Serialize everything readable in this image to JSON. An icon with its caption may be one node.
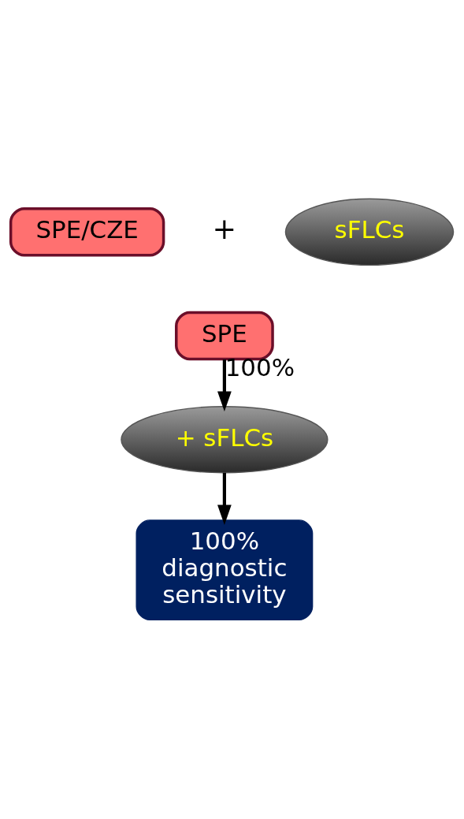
{
  "diagram": {
    "nodes": [
      {
        "text": [
          "SPE/CZE"
        ]
      },
      {
        "text": [
          "sFLCs"
        ]
      },
      {
        "text": [
          "SPE"
        ]
      },
      {
        "text": [
          "+ sFLCs"
        ]
      },
      {
        "text": [
          "100% diagnostic sensitivity"
        ]
      }
    ],
    "edges": [
      {
        "from": 2,
        "to": 3,
        "arrow": "to",
        "label": "100%"
      },
      {
        "from": 3,
        "to": 4,
        "arrow": "to"
      }
    ],
    "labels": [
      "+"
    ]
  }
}
